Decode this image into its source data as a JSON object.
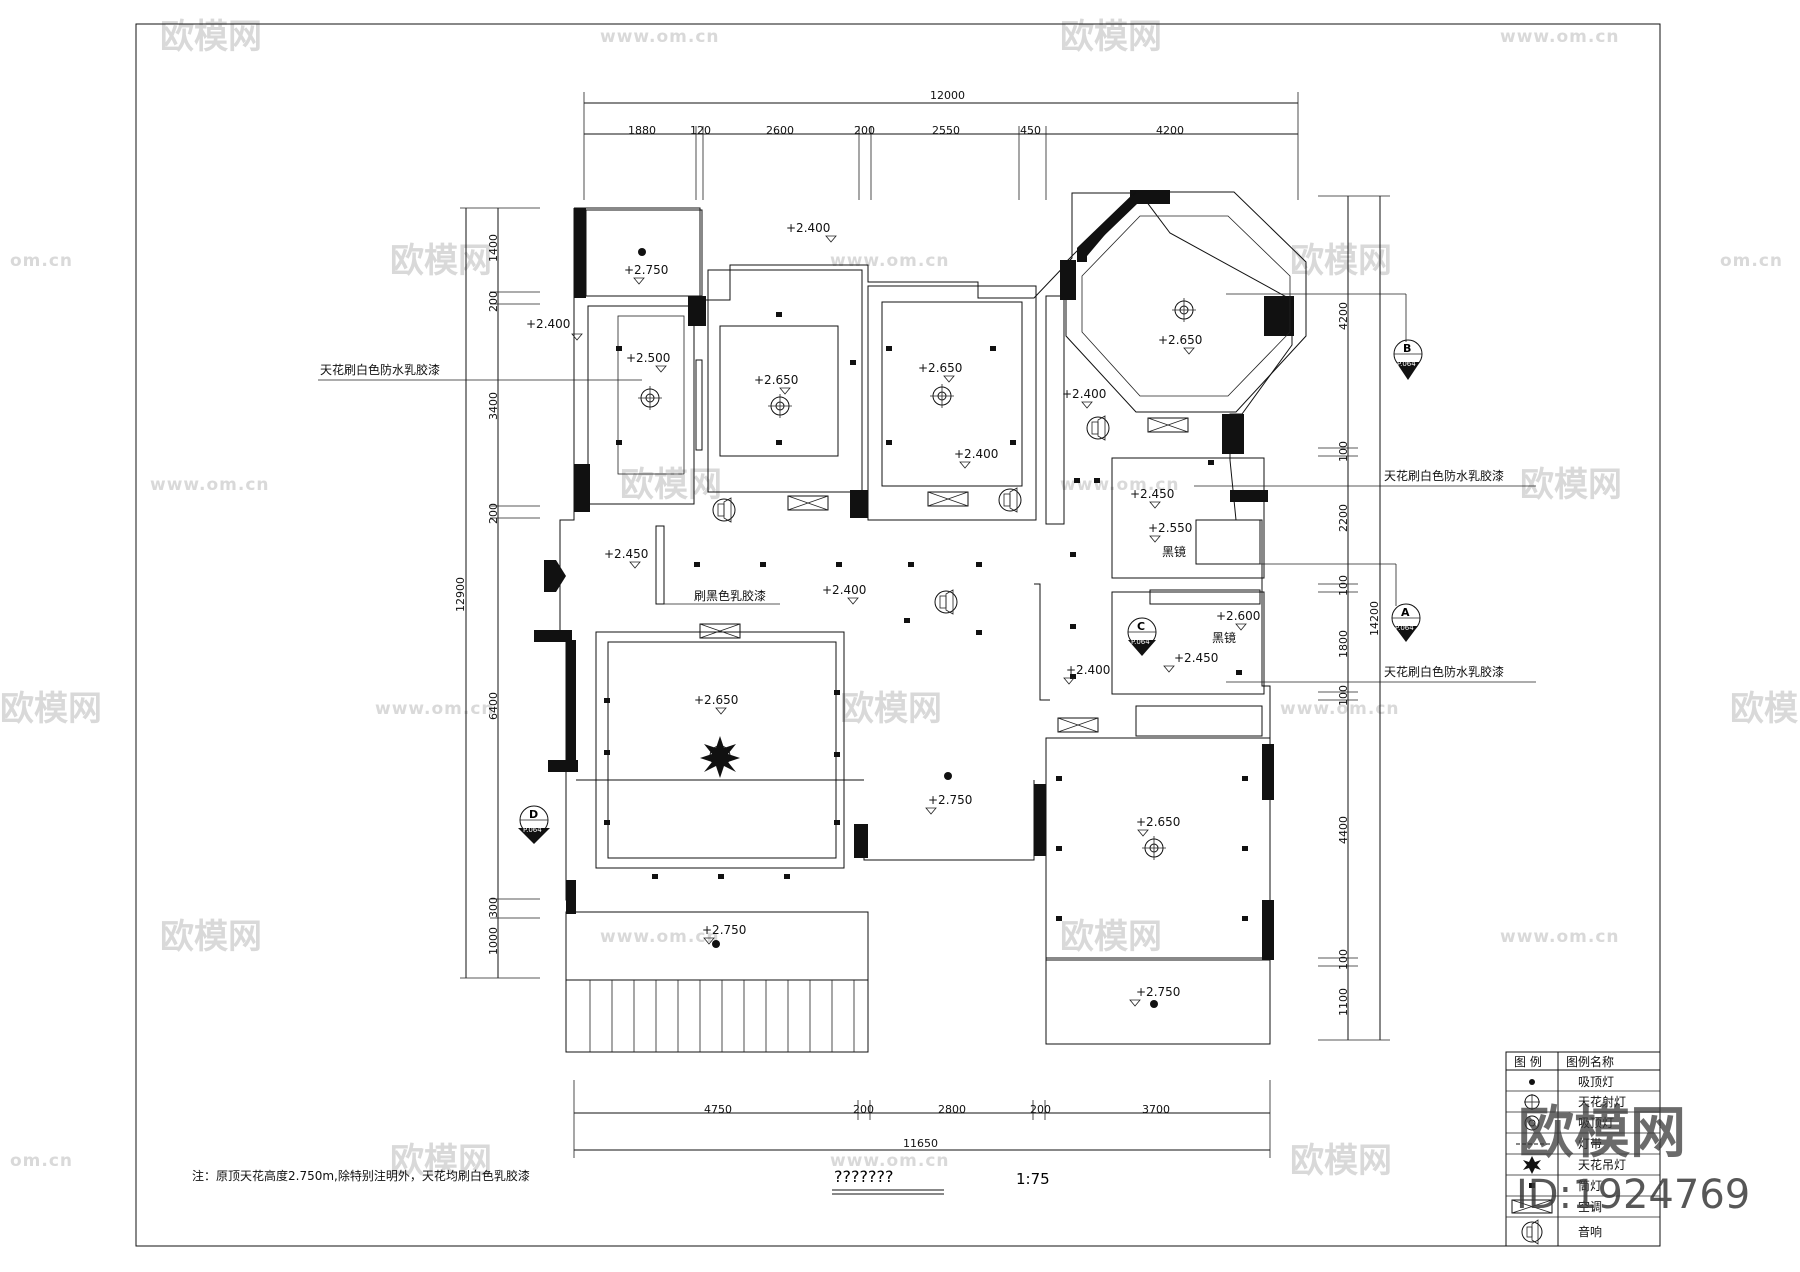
{
  "drawing": {
    "scale": "1:75",
    "title_placeholder": "???????",
    "note": "注：原顶天花高度2.750m,除特别注明外，天花均刷白色乳胶漆",
    "watermark": {
      "brand": "欧模网",
      "url": "www.om.cn",
      "url_short": "om.cn",
      "id_label": "ID:1924769"
    }
  },
  "dimensions": {
    "top_total": "12000",
    "top_segments": [
      "1880",
      "120",
      "2600",
      "200",
      "2550",
      "450",
      "4200"
    ],
    "bottom_total": "11650",
    "bottom_segments": [
      "4750",
      "200",
      "2800",
      "200",
      "3700"
    ],
    "left_total": "12900",
    "left_segments": [
      "1400",
      "200",
      "3400",
      "200",
      "6400",
      "300",
      "1000"
    ],
    "right_total": "14200",
    "right_segments": [
      "4200",
      "100",
      "2200",
      "100",
      "1800",
      "100",
      "4400",
      "100",
      "1100"
    ]
  },
  "annotations": {
    "ceiling_white_1": "天花刷白色防水乳胶漆",
    "ceiling_white_2": "天花刷白色防水乳胶漆",
    "ceiling_white_3": "天花刷白色防水乳胶漆",
    "black_paint": "刷黑色乳胶漆",
    "mirror_1": "黑镜",
    "mirror_2": "黑镜"
  },
  "elevations": {
    "e1": "+2.750",
    "e2": "+2.400",
    "e3": "+2.400",
    "e4": "+2.500",
    "e5": "+2.650",
    "e6": "+2.650",
    "e7": "+2.650",
    "e8": "+2.400",
    "e9": "+2.400",
    "e10": "+2.450",
    "e11": "+2.550",
    "e12": "+2.450",
    "e13": "+2.400",
    "e14": "+2.600",
    "e15": "+2.450",
    "e16": "+2.400",
    "e17": "+2.650",
    "e18": "+2.750",
    "e19": "+2.650",
    "e20": "+2.750",
    "e21": "+2.750"
  },
  "section_markers": [
    {
      "letter": "B",
      "ref": "P.064"
    },
    {
      "letter": "A",
      "ref": "P.064"
    },
    {
      "letter": "C",
      "ref": "P.064"
    },
    {
      "letter": "D",
      "ref": "P.064"
    }
  ],
  "legend": {
    "col1": "图 例",
    "col2": "图例名称",
    "rows": [
      "吸顶灯",
      "天花射灯",
      "吸顶灯",
      "灯带",
      "天花吊灯",
      "筒灯",
      "空调",
      "音响"
    ]
  }
}
